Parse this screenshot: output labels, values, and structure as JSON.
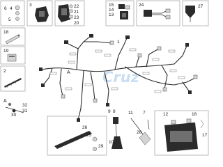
{
  "diagram": {
    "callouts": {
      "n1": "1",
      "n2": "2",
      "n3": "3",
      "n4": "4",
      "n5": "5",
      "n6": "6",
      "n7": "7",
      "n8": "8",
      "n9": "9",
      "n10": "10",
      "n11": "11",
      "n12": "12",
      "n13": "13",
      "n14": "14",
      "n15": "15",
      "n16": "16",
      "n17": "17",
      "n18": "18",
      "n19": "19",
      "n20": "20",
      "n21": "21",
      "n22": "22",
      "n23": "23",
      "n24": "24",
      "n25": "25",
      "n26": "26",
      "n27": "27",
      "n28": "28",
      "n29": "29",
      "n30": "30",
      "n31": "31",
      "n32": "32",
      "detail_a_top": "A",
      "detail_a_left": "A"
    },
    "watermark": "Cruz"
  }
}
